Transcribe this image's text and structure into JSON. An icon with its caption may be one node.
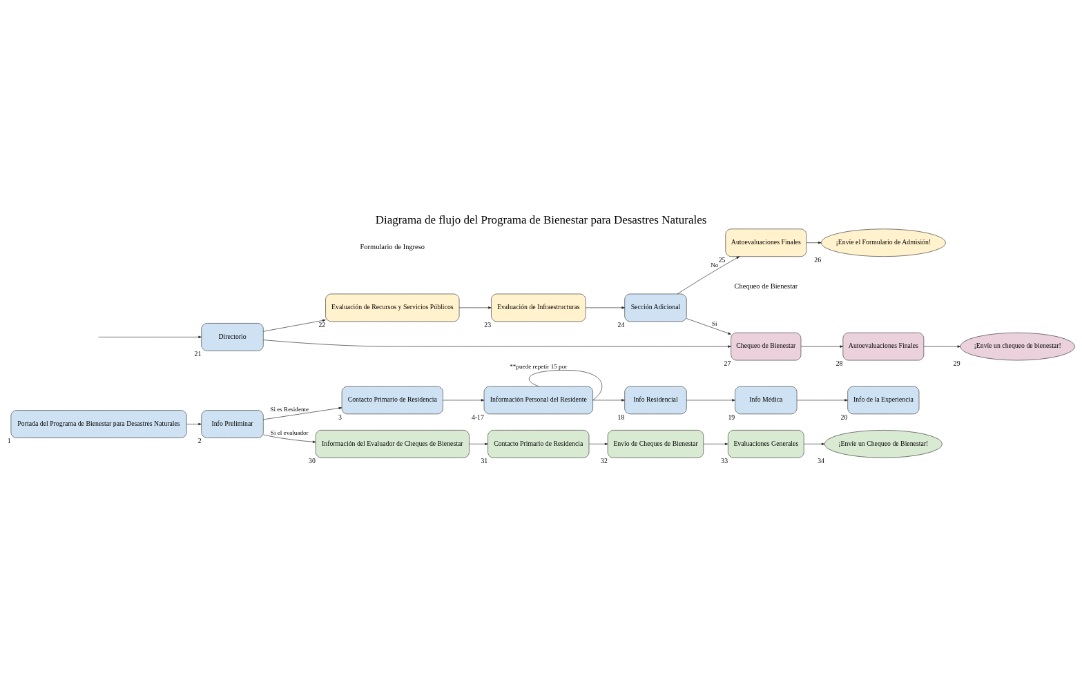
{
  "diagram": {
    "title": "Diagrama de flujo del Programa de Bienestar para Desastres Naturales",
    "nodes": [
      {
        "text": [
          "Portada del Programa de Bienestar para Desastres Naturales"
        ],
        "beside": [
          "1"
        ]
      },
      {
        "text": [
          "Info Preliminar"
        ],
        "beside": [
          "2"
        ]
      },
      {
        "text": [
          "Contacto Primario de Residencia"
        ],
        "beside": [
          "3"
        ]
      },
      {
        "text": [
          "Información Personal del Residente"
        ],
        "beside": [
          "4-17"
        ]
      },
      {
        "text": [
          "Info Residencial"
        ],
        "beside": [
          "18"
        ]
      },
      {
        "text": [
          "Info Médica"
        ],
        "beside": [
          "19"
        ]
      },
      {
        "text": [
          "Info de la Experiencia"
        ],
        "beside": [
          "20"
        ]
      },
      {
        "text": [
          "Información del Evaluador de Cheques de Bienestar"
        ],
        "beside": [
          "30"
        ]
      },
      {
        "text": [
          "Contacto Primario de Residencia"
        ],
        "beside": [
          "31"
        ]
      },
      {
        "text": [
          "Envío de Cheques de Bienestar"
        ],
        "beside": [
          "32"
        ]
      },
      {
        "text": [
          "Evaluaciones Generales"
        ],
        "beside": [
          "33"
        ]
      },
      {
        "text": [
          "¡Envíe un Chequeo de Bienestar!"
        ],
        "beside": [
          "34"
        ]
      },
      {
        "text": [
          "Directorio"
        ],
        "beside": [
          "21"
        ]
      },
      {
        "text": [
          "Evaluación de Recursos y Servicios Públicos"
        ],
        "beside": [
          "22"
        ]
      },
      {
        "text": [
          "Evaluación de Infraestructuras"
        ],
        "beside": [
          "23"
        ]
      },
      {
        "text": [
          "Sección Adicional"
        ],
        "beside": [
          "24"
        ]
      },
      {
        "text": [
          "Autoevaluaciones Finales"
        ],
        "beside": [
          "25"
        ]
      },
      {
        "text": [
          "¡Envíe el Formulario de Admisión!"
        ],
        "beside": [
          "26"
        ]
      },
      {
        "text": [
          "Chequeo de Bienestar"
        ],
        "beside": [
          "27"
        ]
      },
      {
        "text": [
          "Autoevaluaciones Finales"
        ],
        "beside": [
          "28"
        ]
      },
      {
        "text": [
          "¡Envíe un chequeo de bienestar!"
        ],
        "beside": [
          "29"
        ]
      }
    ],
    "edges": [
      {
        "from": 0,
        "to": 1,
        "arrow": "to"
      },
      {
        "from": 1,
        "to": 2,
        "arrow": "to",
        "label": "Si es Residente"
      },
      {
        "from": 2,
        "to": 3,
        "arrow": "to"
      },
      {
        "from": 3,
        "to": 3,
        "arrow": "none",
        "label": "**puede repetir 15 por"
      },
      {
        "from": 3,
        "to": 4,
        "arrow": "to"
      },
      {
        "from": 4,
        "to": 5,
        "arrow": "to"
      },
      {
        "from": 5,
        "to": 6,
        "arrow": "to"
      },
      {
        "from": 1,
        "to": 7,
        "arrow": "to",
        "label": "Si el evaluador"
      },
      {
        "from": 7,
        "to": 8,
        "arrow": "to"
      },
      {
        "from": 8,
        "to": 9,
        "arrow": "to"
      },
      {
        "from": 9,
        "to": 10,
        "arrow": "to"
      },
      {
        "from": 10,
        "to": 11,
        "arrow": "to"
      },
      {
        "from": null,
        "to": 12,
        "arrow": "to"
      },
      {
        "from": 12,
        "to": 13,
        "arrow": "to"
      },
      {
        "from": 13,
        "to": 14,
        "arrow": "to"
      },
      {
        "from": 14,
        "to": 15,
        "arrow": "to"
      },
      {
        "from": 15,
        "to": 16,
        "arrow": "to",
        "label": "No"
      },
      {
        "from": 15,
        "to": 18,
        "arrow": "to",
        "label": "Sí"
      },
      {
        "from": 16,
        "to": 17,
        "arrow": "to"
      },
      {
        "from": 12,
        "to": 18,
        "arrow": "to"
      },
      {
        "from": 18,
        "to": 19,
        "arrow": "to"
      },
      {
        "from": 19,
        "to": 20,
        "arrow": "to"
      }
    ],
    "labels": [
      "Formulario de Ingreso",
      "Chequeo de Bienestar"
    ]
  }
}
